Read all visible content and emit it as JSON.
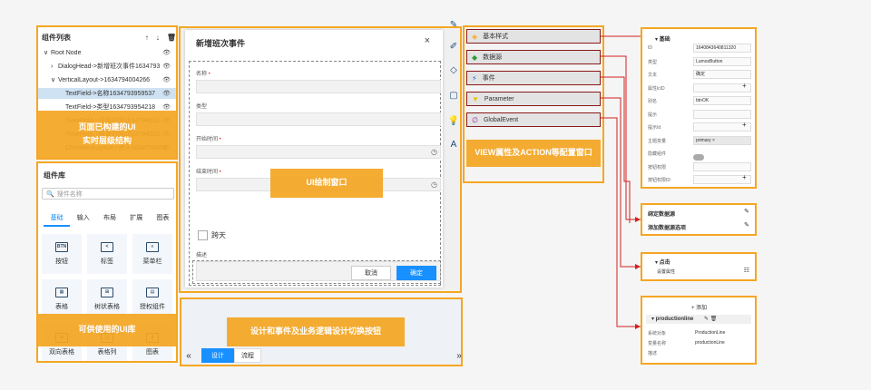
{
  "tree": {
    "title": "组件列表",
    "tools": [
      "↑",
      "↓",
      "🗑"
    ],
    "rows": [
      {
        "label": "Root Node",
        "indent": 0,
        "caret": "∨"
      },
      {
        "label": "DialogHead->新增班次事件1634793",
        "indent": 1,
        "caret": "›"
      },
      {
        "label": "VerticalLayout->1634794004266",
        "indent": 1,
        "caret": "∨"
      },
      {
        "label": "TextField->名称1634793959537",
        "indent": 2,
        "caret": ""
      },
      {
        "label": "TextField->类型1634793954218",
        "indent": 2,
        "caret": ""
      },
      {
        "label": "TimeField->开始时间1634794032",
        "indent": 2,
        "caret": ""
      },
      {
        "label": "TimeField->结束时间1634794033",
        "indent": 2,
        "caret": ""
      },
      {
        "label": "CheckboxLayout->跨天1634793996",
        "indent": 2,
        "caret": ""
      }
    ],
    "eye": "👁"
  },
  "library": {
    "title": "组件库",
    "search_placeholder": "搜件名称",
    "tabs": [
      "基础",
      "输入",
      "布局",
      "扩展",
      "图表"
    ],
    "items": [
      {
        "label": "按钮",
        "glyph": "BTN"
      },
      {
        "label": "标签",
        "glyph": "<"
      },
      {
        "label": "菜单栏",
        "glyph": "≡"
      },
      {
        "label": "表格",
        "glyph": "▦"
      },
      {
        "label": "树状表格",
        "glyph": "⊞"
      },
      {
        "label": "授权组件",
        "glyph": "▤"
      },
      {
        "label": "双向表格",
        "glyph": "▦"
      },
      {
        "label": "表格列",
        "glyph": "▥"
      },
      {
        "label": "图表",
        "glyph": "▮"
      }
    ]
  },
  "modal": {
    "title": "新增班次事件",
    "close": "×",
    "fields": [
      {
        "label": "名称",
        "required": true,
        "clock": false
      },
      {
        "label": "类型",
        "required": false,
        "clock": false
      },
      {
        "label": "开始时间",
        "required": true,
        "clock": true
      },
      {
        "label": "结束时间",
        "required": true,
        "clock": true
      }
    ],
    "checkbox_label": "跨天",
    "desc_label": "描述",
    "cancel": "取消",
    "ok": "确定"
  },
  "bottom": {
    "design": "设计",
    "flow": "流程",
    "prev": "«",
    "next": "»"
  },
  "side_icons": [
    "✎",
    "✐",
    "◇",
    "▢",
    "💡",
    "A"
  ],
  "props": [
    {
      "label": "基本样式",
      "icon": "◈",
      "color": "#f5a623"
    },
    {
      "label": "数据源",
      "icon": "◆",
      "color": "#2e9a3a"
    },
    {
      "label": "事件",
      "icon": "⚡",
      "color": "#1565c0"
    },
    {
      "label": "Parameter",
      "icon": "▼",
      "color": "#e6c100"
    },
    {
      "label": "GlobalEvent",
      "icon": "∅",
      "color": "#8e24aa"
    }
  ],
  "callouts": {
    "tree": [
      "页面已构建的UI",
      "实时层级结构"
    ],
    "library": [
      "可供使用的UI库"
    ],
    "canvas": [
      "UI绘制窗口"
    ],
    "bottom": [
      "设计和事件及业务逻辑设计切换按钮"
    ],
    "props": [
      "VIEW属性及ACTION等配置窗口"
    ]
  },
  "detail_basic": {
    "head": "▾ 基础",
    "rows": [
      {
        "label": "ID",
        "value": "1640843640811320",
        "plus": false
      },
      {
        "label": "类型",
        "value": "LumosButton",
        "plus": false
      },
      {
        "label": "文本",
        "value": "确定",
        "plus": false
      },
      {
        "label": "属性lcID",
        "value": "",
        "plus": true
      },
      {
        "label": "别名",
        "value": "btnOK",
        "plus": false
      },
      {
        "label": "提示",
        "value": "",
        "plus": false
      },
      {
        "label": "提示Id",
        "value": "",
        "plus": true
      },
      {
        "label": "主题变量",
        "value": "primary ×",
        "plus": false
      },
      {
        "label": "隐藏组件",
        "value": "",
        "plus": false
      },
      {
        "label": "按钮权限",
        "value": "",
        "plus": false
      },
      {
        "label": "按钮权限ID",
        "value": "",
        "plus": true
      }
    ]
  },
  "detail_datasource": {
    "rows": [
      "绑定数据源",
      "添加数据源选项"
    ],
    "edit": "✎"
  },
  "detail_event": {
    "head": "▾ 点击",
    "row": "设置属性",
    "icon": "☷"
  },
  "detail_global": {
    "add": "+ 添加",
    "head": "▾ productionline",
    "head_icons": "✎ 🗑",
    "rows": [
      {
        "label": "系统对象",
        "value": "ProductionLine"
      },
      {
        "label": "变量名称",
        "value": "productionLine"
      },
      {
        "label": "描述",
        "value": ""
      }
    ]
  }
}
